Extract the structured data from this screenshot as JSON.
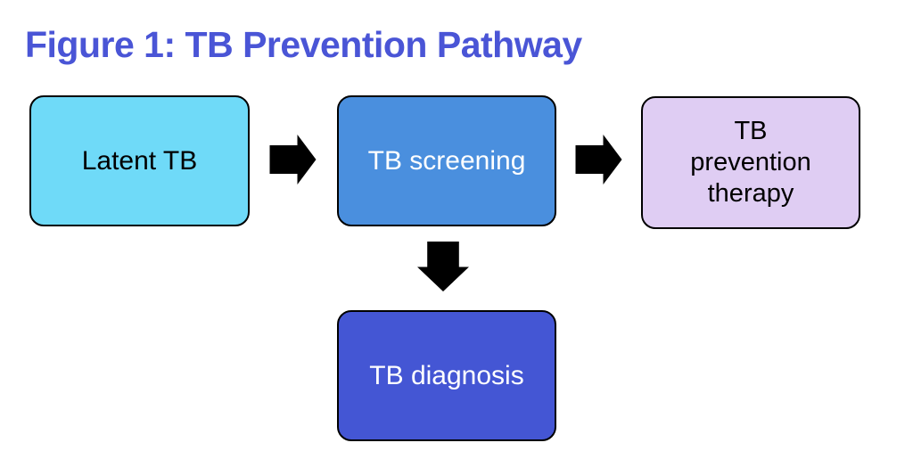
{
  "figure": {
    "title": "Figure 1: TB Prevention Pathway"
  },
  "nodes": {
    "latent_tb": {
      "label": "Latent TB",
      "bg": "#6FDAF8",
      "text_color": "#000000"
    },
    "tb_screening": {
      "label": "TB screening",
      "bg": "#4A8FDE",
      "text_color": "#FFFFFF"
    },
    "tb_prevention_therapy": {
      "label": "TB\nprevention\ntherapy",
      "bg": "#DFCDF3",
      "text_color": "#000000"
    },
    "tb_diagnosis": {
      "label": "TB diagnosis",
      "bg": "#4456D4",
      "text_color": "#FFFFFF"
    }
  },
  "edges": [
    {
      "from": "latent_tb",
      "to": "tb_screening",
      "direction": "right"
    },
    {
      "from": "tb_screening",
      "to": "tb_prevention_therapy",
      "direction": "right"
    },
    {
      "from": "tb_screening",
      "to": "tb_diagnosis",
      "direction": "down"
    }
  ],
  "colors": {
    "title": "#4A55D6",
    "arrow": "#000000",
    "box_border": "#000000",
    "background": "#FFFFFF"
  }
}
